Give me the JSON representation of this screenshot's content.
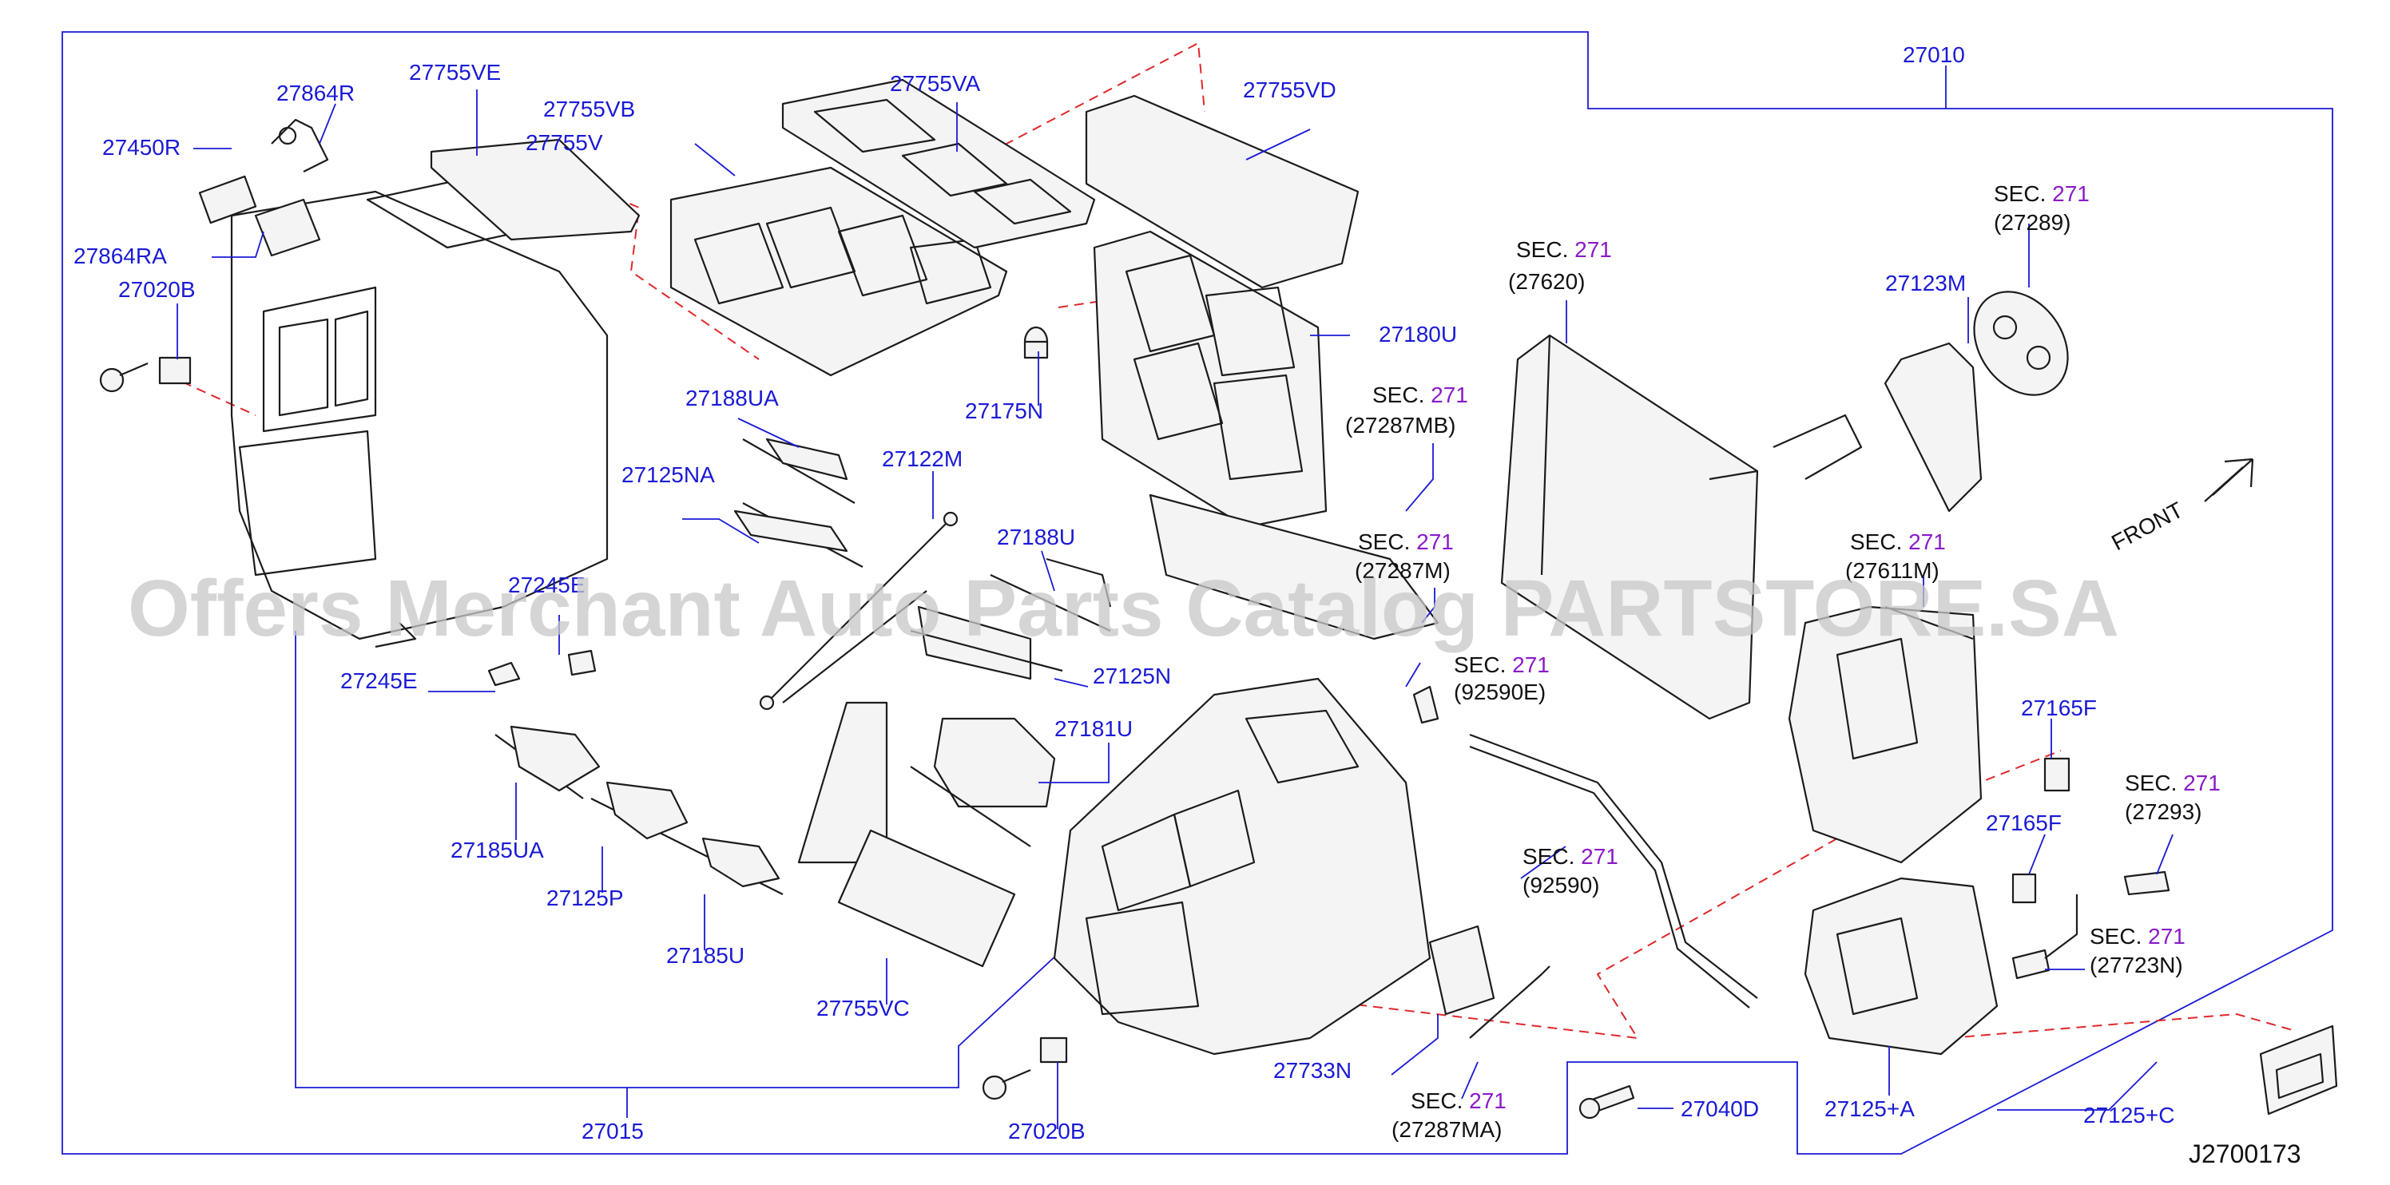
{
  "diagram_id": "J2700173",
  "watermark": "Offers Merchant Auto Parts Catalog PARTSTORE.SA",
  "front_label": "FRONT",
  "part_labels": {
    "p27010": "27010",
    "p27755VE": "27755VE",
    "p27864R": "27864R",
    "p27755VB": "27755VB",
    "p27755VA": "27755VA",
    "p27755VD": "27755VD",
    "p27450R": "27450R",
    "p27755V": "27755V",
    "p27864RA": "27864RA",
    "p27020B_top": "27020B",
    "p27180U": "27180U",
    "p27175N": "27175N",
    "p27188UA": "27188UA",
    "p27122M": "27122M",
    "p27125NA": "27125NA",
    "p27188U": "27188U",
    "p27245E_a": "27245E",
    "p27245E_b": "27245E",
    "p27125N": "27125N",
    "p27181U": "27181U",
    "p27185UA": "27185UA",
    "p27125P": "27125P",
    "p27185U": "27185U",
    "p27755VC": "27755VC",
    "p27733N": "27733N",
    "p27015": "27015",
    "p27020B_bottom": "27020B",
    "p27040D": "27040D",
    "p27125A": "27125+A",
    "p27125C": "27125+C",
    "p27123M": "27123M",
    "p27165F_a": "27165F",
    "p27165F_b": "27165F"
  },
  "section_refs": [
    {
      "prefix": "SEC.",
      "num": "271",
      "part": "(27620)"
    },
    {
      "prefix": "SEC.",
      "num": "271",
      "part": "(27289)"
    },
    {
      "prefix": "SEC.",
      "num": "271",
      "part": "(27287MB)"
    },
    {
      "prefix": "SEC.",
      "num": "271",
      "part": "(27287M)"
    },
    {
      "prefix": "SEC.",
      "num": "271",
      "part": "(27611M)"
    },
    {
      "prefix": "SEC.",
      "num": "271",
      "part": "(92590E)"
    },
    {
      "prefix": "SEC.",
      "num": "271",
      "part": "(92590)"
    },
    {
      "prefix": "SEC.",
      "num": "271",
      "part": "(27293)"
    },
    {
      "prefix": "SEC.",
      "num": "271",
      "part": "(27723N)"
    },
    {
      "prefix": "SEC.",
      "num": "271",
      "part": "(27287MA)"
    }
  ]
}
